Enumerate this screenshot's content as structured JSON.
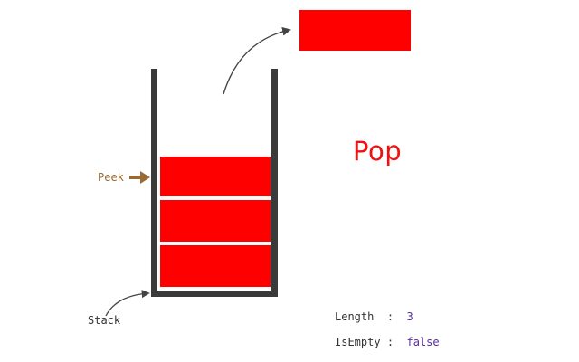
{
  "operation": {
    "title": "Pop"
  },
  "labels": {
    "peek": "Peek",
    "stack": "Stack"
  },
  "stats": {
    "length_label": "Length",
    "length_value": "3",
    "isempty_label": "IsEmpty",
    "isempty_value": "false",
    "separator": ":"
  },
  "stack": {
    "item_count": 3,
    "popped_item_count": 1
  },
  "colors": {
    "item": "#ff0000",
    "container": "#3a3a3a",
    "peek_arrow": "#9a6a35",
    "title": "#ee1111",
    "value": "#5a2ca0",
    "text": "#333333"
  },
  "icons": {
    "pop_arrow": "curved-arrow-icon",
    "peek_arrow": "right-arrow-icon",
    "stack_pointer": "curved-arrow-icon"
  }
}
